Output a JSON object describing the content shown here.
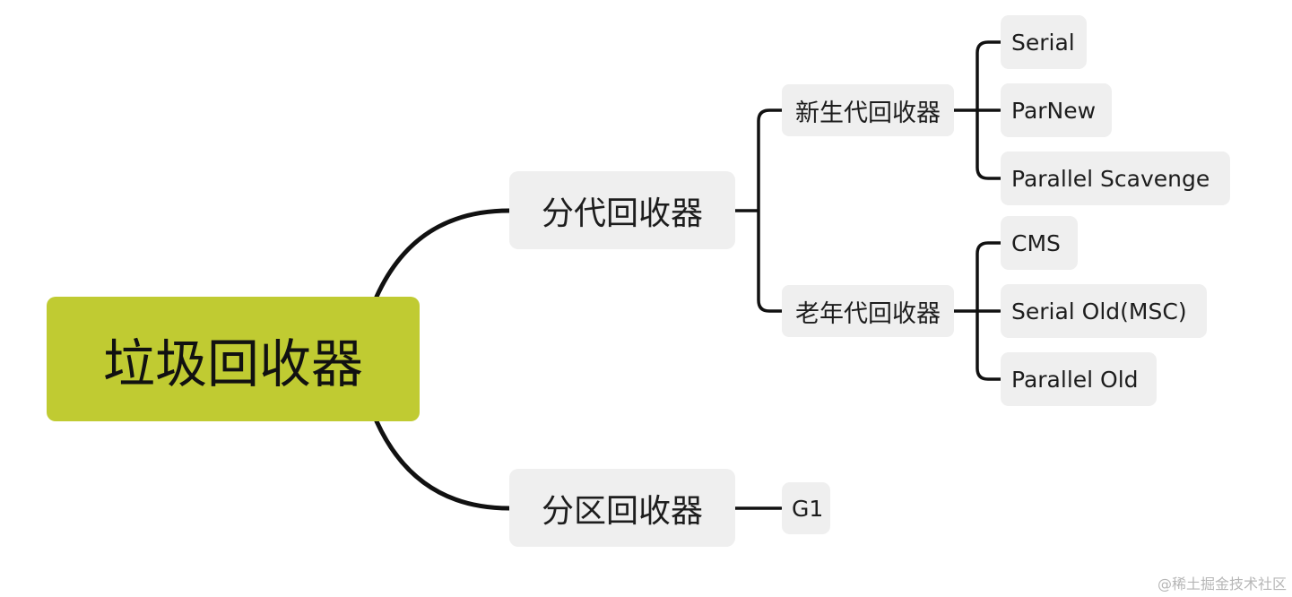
{
  "theme": {
    "root_color": "#c0cb32",
    "node_color": "#efefef",
    "line_color": "#111111",
    "text_color": "#1d1d1d",
    "watermark_color": "#b6b6b6"
  },
  "root": {
    "label": "垃圾回收器"
  },
  "branches": {
    "generational": {
      "label": "分代回收器",
      "young": {
        "label": "新生代回收器",
        "items": [
          "Serial",
          "ParNew",
          "Parallel Scavenge"
        ]
      },
      "old": {
        "label": "老年代回收器",
        "items": [
          "CMS",
          "Serial Old(MSC)",
          "Parallel Old"
        ]
      }
    },
    "region": {
      "label": "分区回收器",
      "items": [
        "G1"
      ]
    }
  },
  "watermark": "@稀土掘金技术社区"
}
